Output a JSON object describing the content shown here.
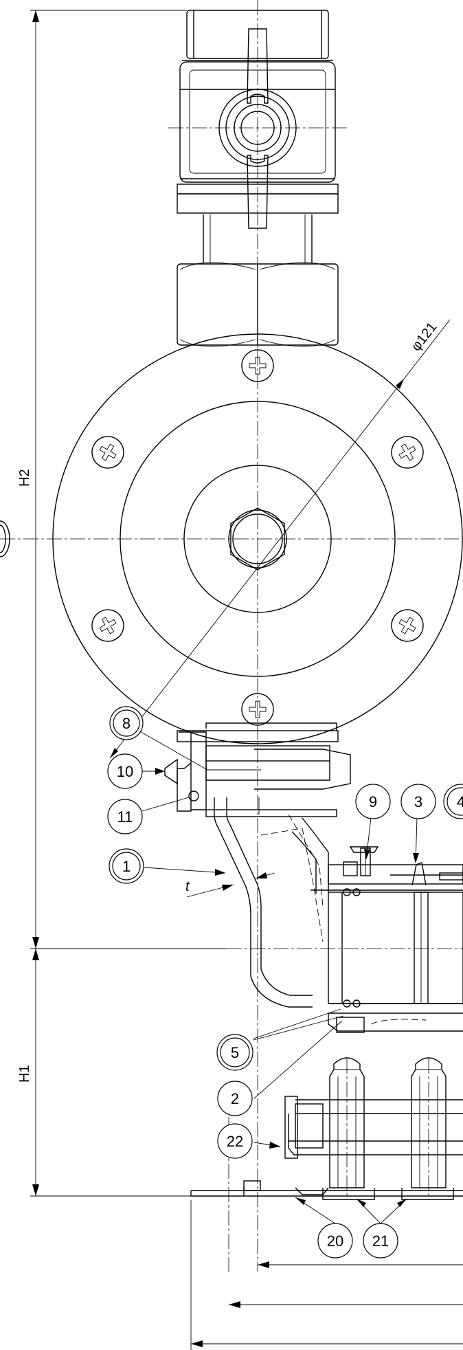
{
  "dimensions": {
    "h2": "H2",
    "h1": "H1",
    "diameter": "φ121",
    "thickness": "t"
  },
  "balloons": {
    "b8": "8",
    "b10": "10",
    "b11": "11",
    "b1": "1",
    "b9": "9",
    "b3": "3",
    "b4": "4",
    "b5": "5",
    "b2": "2",
    "b22": "22",
    "b20": "20",
    "b21": "21"
  }
}
